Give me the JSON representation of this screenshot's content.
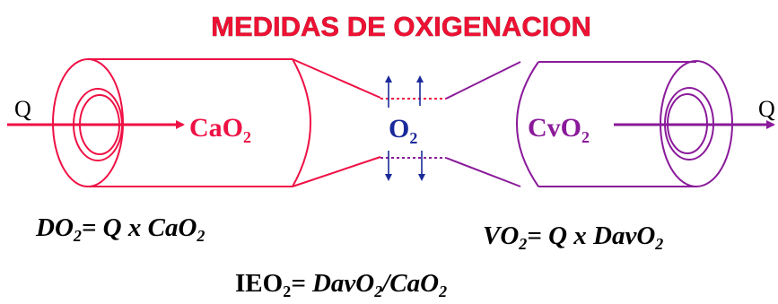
{
  "title": "MEDIDAS DE OXIGENACION",
  "flow_in_label": "Q",
  "flow_out_label": "Q",
  "arterial": {
    "main": "CaO",
    "sub": "2"
  },
  "venous": {
    "main": "CvO",
    "sub": "2"
  },
  "oxygen": {
    "main": "O",
    "sub": "2"
  },
  "formula_do2": {
    "lhs": "DO",
    "lhs_sub": "2",
    "rhs": "= Q x CaO",
    "rhs_sub": "2"
  },
  "formula_vo2": {
    "lhs": "VO",
    "lhs_sub": "2",
    "rhs": "= Q  x DavO",
    "rhs_sub": "2"
  },
  "formula_ieo2": {
    "lhs": "IEO",
    "lhs_sub": "2",
    "mid": "= DavO",
    "mid_sub": "2",
    "rhs": "/CaO",
    "rhs_sub": "2"
  },
  "colors": {
    "title": "#ee1133",
    "arterial": "#ee1144",
    "venous": "#8a1a9a",
    "oxygen": "#1a2a9a",
    "text": "#000000"
  }
}
